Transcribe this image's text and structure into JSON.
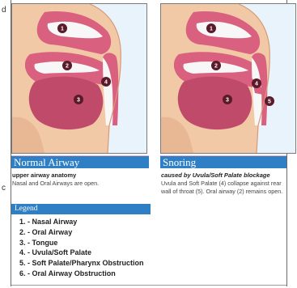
{
  "edge_glyphs": {
    "top": "d",
    "middle": "c"
  },
  "panels": [
    {
      "banner": "Normal Airway",
      "subtitle": "upper airway anatomy",
      "description": "Nasal and Oral Airways are open.",
      "markers": [
        "1",
        "2",
        "3",
        "4"
      ]
    },
    {
      "banner": "Snoring",
      "subtitle": "caused by Uvula/Soft Palate blockage",
      "description": "Uvula and Soft Palate (4) collapse against rear wall of throat (5). Oral airway (2) remains open.",
      "markers": [
        "1",
        "2",
        "3",
        "4",
        "5"
      ]
    }
  ],
  "legend": {
    "title": "Legend",
    "items": [
      "1. - Nasal Airway",
      "2. - Oral Airway",
      "3. - Tongue",
      "4. - Uvula/Soft Palate",
      "5. - Soft Palate/Pharynx Obstruction",
      "6. - Oral Airway Obstruction"
    ]
  },
  "colors": {
    "banner": "#2f7fc5",
    "skin": "#f2c9a6",
    "tissue": "#d9607f",
    "tongue": "#c04a6a",
    "marker": "#5a1a2a",
    "air": "#f7f7f7",
    "background": "#e8f3fb"
  }
}
